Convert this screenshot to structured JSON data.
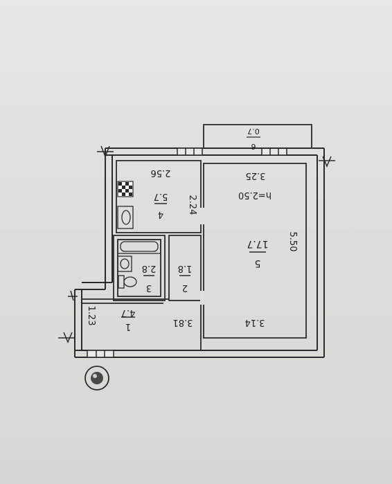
{
  "plan": {
    "rooms": [
      {
        "number": "1",
        "area": "4.7"
      },
      {
        "number": "2",
        "area": "1.8"
      },
      {
        "number": "3",
        "area": "2.8"
      },
      {
        "number": "4",
        "area": "5.7"
      },
      {
        "number": "5",
        "area": "17.7"
      },
      {
        "number": "6",
        "area": "0.7"
      }
    ],
    "dimensions": {
      "d_123": "1.23",
      "d_381": "3.81",
      "d_314": "3.14",
      "d_550": "5.50",
      "d_325": "3.25",
      "d_256": "2.56",
      "d_224": "2.24"
    },
    "ceiling_height": "h=2.50"
  },
  "colors": {
    "line": "#2a2a2a",
    "paper": "#e4e4e2"
  }
}
